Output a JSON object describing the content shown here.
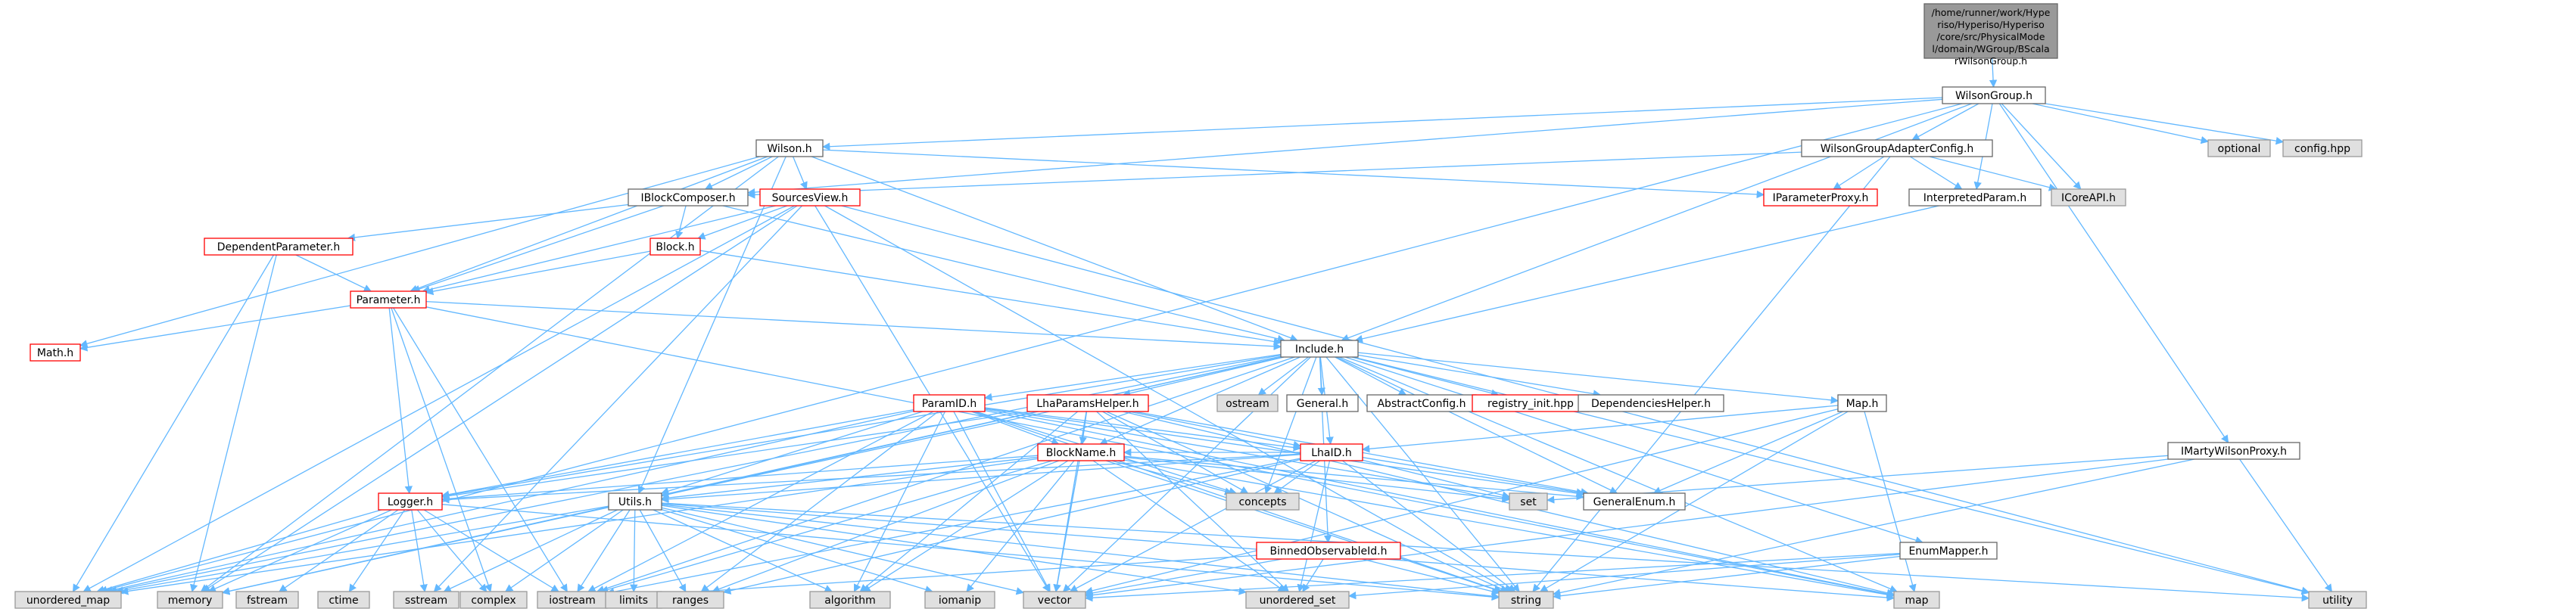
{
  "colors": {
    "edge": "#63b8ff",
    "root_fill": "#999999",
    "root_border": "#666666",
    "documented_border": "#666666",
    "undocumented_border": "#ff0000",
    "system_fill": "#e0e0e0",
    "system_border": "#999999",
    "node_fill": "#ffffff",
    "text": "#000000"
  },
  "graph": {
    "nodes": [
      {
        "id": "root",
        "label": "/home/runner/work/Hyperiso/Hyperiso/Hyperiso/core/src/PhysicalModel/domain/WGroup/BScalarWilsonGroup.h",
        "kind": "root"
      },
      {
        "id": "WilsonGroup",
        "label": "WilsonGroup.h",
        "kind": "doc"
      },
      {
        "id": "Wilson",
        "label": "Wilson.h",
        "kind": "doc"
      },
      {
        "id": "WGAConfig",
        "label": "WilsonGroupAdapterConfig.h",
        "kind": "doc"
      },
      {
        "id": "optional",
        "label": "optional",
        "kind": "sys"
      },
      {
        "id": "confighpp",
        "label": "config.hpp",
        "kind": "sys"
      },
      {
        "id": "IBlockComposer",
        "label": "IBlockComposer.h",
        "kind": "doc"
      },
      {
        "id": "SourcesView",
        "label": "SourcesView.h",
        "kind": "undoc"
      },
      {
        "id": "IParameterProxy",
        "label": "IParameterProxy.h",
        "kind": "undoc"
      },
      {
        "id": "InterpretedParam",
        "label": "InterpretedParam.h",
        "kind": "doc"
      },
      {
        "id": "ICoreAPI",
        "label": "ICoreAPI.h",
        "kind": "sys"
      },
      {
        "id": "DependentParameter",
        "label": "DependentParameter.h",
        "kind": "undoc"
      },
      {
        "id": "Block",
        "label": "Block.h",
        "kind": "undoc"
      },
      {
        "id": "Parameter",
        "label": "Parameter.h",
        "kind": "undoc"
      },
      {
        "id": "Math",
        "label": "Math.h",
        "kind": "undoc"
      },
      {
        "id": "Include",
        "label": "Include.h",
        "kind": "doc"
      },
      {
        "id": "ostream",
        "label": "ostream",
        "kind": "sys"
      },
      {
        "id": "General",
        "label": "General.h",
        "kind": "doc"
      },
      {
        "id": "AbstractConfig",
        "label": "AbstractConfig.h",
        "kind": "doc"
      },
      {
        "id": "registry_init",
        "label": "registry_init.hpp",
        "kind": "undoc"
      },
      {
        "id": "DependenciesHelper",
        "label": "DependenciesHelper.h",
        "kind": "doc"
      },
      {
        "id": "ParamID",
        "label": "ParamID.h",
        "kind": "undoc"
      },
      {
        "id": "LhaParamsHelper",
        "label": "LhaParamsHelper.h",
        "kind": "undoc"
      },
      {
        "id": "Map",
        "label": "Map.h",
        "kind": "doc"
      },
      {
        "id": "BlockName",
        "label": "BlockName.h",
        "kind": "undoc"
      },
      {
        "id": "LhaID",
        "label": "LhaID.h",
        "kind": "undoc"
      },
      {
        "id": "IMartyWilsonProxy",
        "label": "IMartyWilsonProxy.h",
        "kind": "doc"
      },
      {
        "id": "Logger",
        "label": "Logger.h",
        "kind": "undoc"
      },
      {
        "id": "Utils",
        "label": "Utils.h",
        "kind": "doc"
      },
      {
        "id": "concepts",
        "label": "concepts",
        "kind": "sys"
      },
      {
        "id": "set",
        "label": "set",
        "kind": "sys"
      },
      {
        "id": "GeneralEnum",
        "label": "GeneralEnum.h",
        "kind": "doc"
      },
      {
        "id": "BinnedObservableId",
        "label": "BinnedObservableId.h",
        "kind": "undoc"
      },
      {
        "id": "EnumMapper",
        "label": "EnumMapper.h",
        "kind": "doc"
      },
      {
        "id": "unordered_map",
        "label": "unordered_map",
        "kind": "sys"
      },
      {
        "id": "memory",
        "label": "memory",
        "kind": "sys"
      },
      {
        "id": "fstream",
        "label": "fstream",
        "kind": "sys"
      },
      {
        "id": "ctime",
        "label": "ctime",
        "kind": "sys"
      },
      {
        "id": "sstream",
        "label": "sstream",
        "kind": "sys"
      },
      {
        "id": "complex",
        "label": "complex",
        "kind": "sys"
      },
      {
        "id": "iostream",
        "label": "iostream",
        "kind": "sys"
      },
      {
        "id": "limits",
        "label": "limits",
        "kind": "sys"
      },
      {
        "id": "ranges",
        "label": "ranges",
        "kind": "sys"
      },
      {
        "id": "algorithm",
        "label": "algorithm",
        "kind": "sys"
      },
      {
        "id": "iomanip",
        "label": "iomanip",
        "kind": "sys"
      },
      {
        "id": "vector",
        "label": "vector",
        "kind": "sys"
      },
      {
        "id": "unordered_set",
        "label": "unordered_set",
        "kind": "sys"
      },
      {
        "id": "string",
        "label": "string",
        "kind": "sys"
      },
      {
        "id": "map",
        "label": "map",
        "kind": "sys"
      },
      {
        "id": "utility",
        "label": "utility",
        "kind": "sys"
      }
    ],
    "edges": [
      [
        "root",
        "WilsonGroup"
      ],
      [
        "WilsonGroup",
        "Wilson"
      ],
      [
        "WilsonGroup",
        "WGAConfig"
      ],
      [
        "WilsonGroup",
        "optional"
      ],
      [
        "WilsonGroup",
        "confighpp"
      ],
      [
        "WilsonGroup",
        "IBlockComposer"
      ],
      [
        "WilsonGroup",
        "InterpretedParam"
      ],
      [
        "WilsonGroup",
        "ICoreAPI"
      ],
      [
        "WilsonGroup",
        "IMartyWilsonProxy"
      ],
      [
        "WilsonGroup",
        "Include"
      ],
      [
        "WilsonGroup",
        "unordered_map"
      ],
      [
        "Wilson",
        "SourcesView"
      ],
      [
        "Wilson",
        "IParameterProxy"
      ],
      [
        "Wilson",
        "Parameter"
      ],
      [
        "Wilson",
        "Math"
      ],
      [
        "Wilson",
        "Include"
      ],
      [
        "Wilson",
        "Utils"
      ],
      [
        "Wilson",
        "memory"
      ],
      [
        "Wilson",
        "IBlockComposer"
      ],
      [
        "WGAConfig",
        "IBlockComposer"
      ],
      [
        "WGAConfig",
        "IParameterProxy"
      ],
      [
        "WGAConfig",
        "InterpretedParam"
      ],
      [
        "WGAConfig",
        "ICoreAPI"
      ],
      [
        "WGAConfig",
        "string"
      ],
      [
        "IBlockComposer",
        "DependentParameter"
      ],
      [
        "IBlockComposer",
        "Block"
      ],
      [
        "IBlockComposer",
        "Parameter"
      ],
      [
        "IBlockComposer",
        "Include"
      ],
      [
        "SourcesView",
        "Block"
      ],
      [
        "SourcesView",
        "Parameter"
      ],
      [
        "SourcesView",
        "unordered_map"
      ],
      [
        "SourcesView",
        "vector"
      ],
      [
        "SourcesView",
        "string"
      ],
      [
        "SourcesView",
        "utility"
      ],
      [
        "SourcesView",
        "memory"
      ],
      [
        "SourcesView",
        "sstream"
      ],
      [
        "InterpretedParam",
        "Include"
      ],
      [
        "DependentParameter",
        "Parameter"
      ],
      [
        "DependentParameter",
        "unordered_map"
      ],
      [
        "DependentParameter",
        "memory"
      ],
      [
        "Block",
        "Parameter"
      ],
      [
        "Block",
        "Include"
      ],
      [
        "Parameter",
        "Math"
      ],
      [
        "Parameter",
        "Include"
      ],
      [
        "Parameter",
        "Logger"
      ],
      [
        "Parameter",
        "map"
      ],
      [
        "Parameter",
        "complex"
      ],
      [
        "Parameter",
        "iostream"
      ],
      [
        "Include",
        "ostream"
      ],
      [
        "Include",
        "General"
      ],
      [
        "Include",
        "AbstractConfig"
      ],
      [
        "Include",
        "registry_init"
      ],
      [
        "Include",
        "DependenciesHelper"
      ],
      [
        "Include",
        "ParamID"
      ],
      [
        "Include",
        "LhaParamsHelper"
      ],
      [
        "Include",
        "Map"
      ],
      [
        "Include",
        "LhaID"
      ],
      [
        "Include",
        "BlockName"
      ],
      [
        "Include",
        "Logger"
      ],
      [
        "Include",
        "Utils"
      ],
      [
        "Include",
        "EnumMapper"
      ],
      [
        "Include",
        "GeneralEnum"
      ],
      [
        "Include",
        "BinnedObservableId"
      ],
      [
        "Include",
        "concepts"
      ],
      [
        "Include",
        "string"
      ],
      [
        "Include",
        "vector"
      ],
      [
        "Include",
        "map"
      ],
      [
        "Include",
        "memory"
      ],
      [
        "Include",
        "iostream"
      ],
      [
        "Include",
        "unordered_map"
      ],
      [
        "Include",
        "utility"
      ],
      [
        "ParamID",
        "BlockName"
      ],
      [
        "ParamID",
        "LhaID"
      ],
      [
        "ParamID",
        "Logger"
      ],
      [
        "ParamID",
        "Utils"
      ],
      [
        "ParamID",
        "set"
      ],
      [
        "ParamID",
        "GeneralEnum"
      ],
      [
        "ParamID",
        "string"
      ],
      [
        "ParamID",
        "vector"
      ],
      [
        "ParamID",
        "concepts"
      ],
      [
        "ParamID",
        "iostream"
      ],
      [
        "ParamID",
        "ranges"
      ],
      [
        "ParamID",
        "unordered_map"
      ],
      [
        "ParamID",
        "map"
      ],
      [
        "ParamID",
        "algorithm"
      ],
      [
        "LhaParamsHelper",
        "BlockName"
      ],
      [
        "LhaParamsHelper",
        "LhaID"
      ],
      [
        "LhaParamsHelper",
        "Logger"
      ],
      [
        "LhaParamsHelper",
        "Utils"
      ],
      [
        "LhaParamsHelper",
        "concepts"
      ],
      [
        "LhaParamsHelper",
        "GeneralEnum"
      ],
      [
        "LhaParamsHelper",
        "string"
      ],
      [
        "LhaParamsHelper",
        "vector"
      ],
      [
        "LhaParamsHelper",
        "algorithm"
      ],
      [
        "LhaParamsHelper",
        "unordered_set"
      ],
      [
        "LhaParamsHelper",
        "map"
      ],
      [
        "Map",
        "LhaID"
      ],
      [
        "Map",
        "GeneralEnum"
      ],
      [
        "Map",
        "string"
      ],
      [
        "Map",
        "vector"
      ],
      [
        "Map",
        "map"
      ],
      [
        "BlockName",
        "Logger"
      ],
      [
        "BlockName",
        "Utils"
      ],
      [
        "BlockName",
        "set"
      ],
      [
        "BlockName",
        "GeneralEnum"
      ],
      [
        "BlockName",
        "concepts"
      ],
      [
        "BlockName",
        "string"
      ],
      [
        "BlockName",
        "vector"
      ],
      [
        "BlockName",
        "unordered_map"
      ],
      [
        "BlockName",
        "unordered_set"
      ],
      [
        "BlockName",
        "algorithm"
      ],
      [
        "BlockName",
        "ranges"
      ],
      [
        "BlockName",
        "iostream"
      ],
      [
        "BlockName",
        "map"
      ],
      [
        "BlockName",
        "iomanip"
      ],
      [
        "LhaID",
        "BlockName"
      ],
      [
        "LhaID",
        "Logger"
      ],
      [
        "LhaID",
        "Utils"
      ],
      [
        "LhaID",
        "concepts"
      ],
      [
        "LhaID",
        "set"
      ],
      [
        "LhaID",
        "GeneralEnum"
      ],
      [
        "LhaID",
        "string"
      ],
      [
        "LhaID",
        "vector"
      ],
      [
        "LhaID",
        "ranges"
      ],
      [
        "LhaID",
        "unordered_set"
      ],
      [
        "LhaID",
        "iostream"
      ],
      [
        "IMartyWilsonProxy",
        "set"
      ],
      [
        "IMartyWilsonProxy",
        "string"
      ],
      [
        "IMartyWilsonProxy",
        "utility"
      ],
      [
        "IMartyWilsonProxy",
        "vector"
      ],
      [
        "Logger",
        "fstream"
      ],
      [
        "Logger",
        "ctime"
      ],
      [
        "Logger",
        "sstream"
      ],
      [
        "Logger",
        "complex"
      ],
      [
        "Logger",
        "iostream"
      ],
      [
        "Logger",
        "memory"
      ],
      [
        "Logger",
        "unordered_map"
      ],
      [
        "Logger",
        "string"
      ],
      [
        "Utils",
        "unordered_map"
      ],
      [
        "Utils",
        "memory"
      ],
      [
        "Utils",
        "sstream"
      ],
      [
        "Utils",
        "complex"
      ],
      [
        "Utils",
        "iostream"
      ],
      [
        "Utils",
        "limits"
      ],
      [
        "Utils",
        "ranges"
      ],
      [
        "Utils",
        "algorithm"
      ],
      [
        "Utils",
        "iomanip"
      ],
      [
        "Utils",
        "vector"
      ],
      [
        "Utils",
        "unordered_set"
      ],
      [
        "Utils",
        "string"
      ],
      [
        "Utils",
        "map"
      ],
      [
        "Utils",
        "utility"
      ],
      [
        "BinnedObservableId",
        "string"
      ],
      [
        "BinnedObservableId",
        "vector"
      ],
      [
        "BinnedObservableId",
        "unordered_set"
      ],
      [
        "BinnedObservableId",
        "iostream"
      ],
      [
        "EnumMapper",
        "string"
      ],
      [
        "EnumMapper",
        "unordered_set"
      ],
      [
        "EnumMapper",
        "vector"
      ]
    ]
  }
}
